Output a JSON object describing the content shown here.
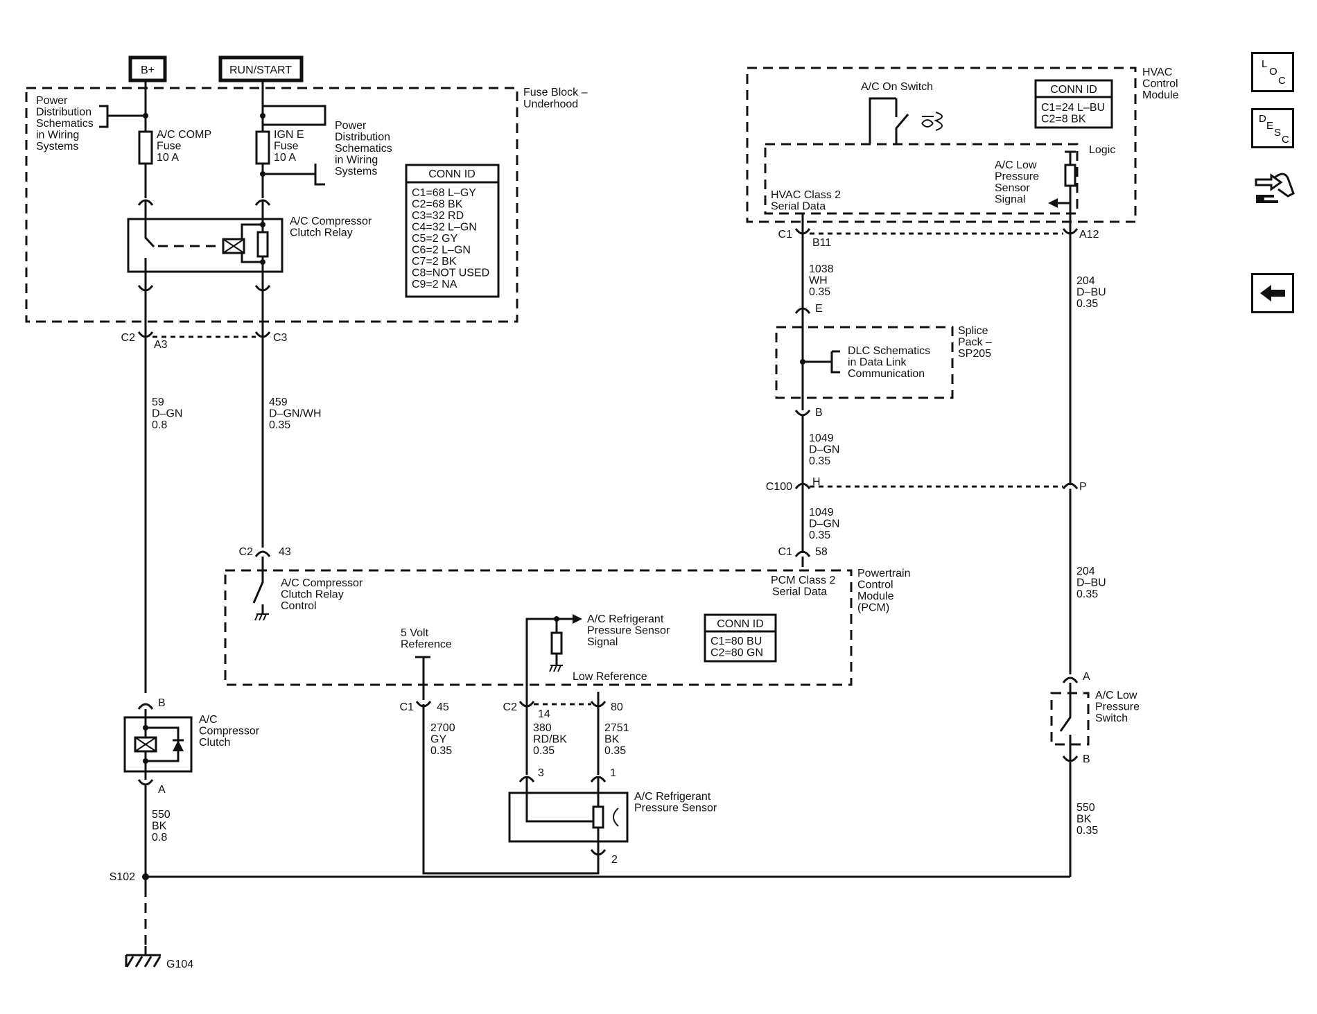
{
  "power": {
    "bplus": "B+",
    "run_start": "RUN/START"
  },
  "fuse_block": {
    "title": [
      "Fuse Block –",
      "Underhood"
    ],
    "power_dist_left": [
      "Power",
      "Distribution",
      "Schematics",
      "in Wiring",
      "Systems"
    ],
    "power_dist_right": [
      "Power",
      "Distribution",
      "Schematics",
      "in Wiring",
      "Systems"
    ],
    "ac_comp_fuse": [
      "A/C COMP",
      "Fuse",
      "10 A"
    ],
    "ign_e_fuse": [
      "IGN E",
      "Fuse",
      "10 A"
    ],
    "relay": [
      "A/C Compressor",
      "Clutch Relay"
    ],
    "conn_id_title": "CONN ID",
    "conn_id": [
      "C1=68 L–GY",
      "C2=68 BK",
      "C3=32 RD",
      "C4=32 L–GN",
      "C5=2 GY",
      "C6=2 L–GN",
      "C7=2 BK",
      "C8=NOT USED",
      "C9=2 NA"
    ]
  },
  "hvac": {
    "title": [
      "HVAC",
      "Control",
      "Module"
    ],
    "ac_on_switch": "A/C On Switch",
    "conn_id_title": "CONN ID",
    "conn_id": [
      "C1=24 L–BU",
      "C2=8 BK"
    ],
    "logic": "Logic",
    "class2": [
      "HVAC Class 2",
      "Serial Data"
    ],
    "low_pressure_signal": [
      "A/C Low",
      "Pressure",
      "Sensor",
      "Signal"
    ]
  },
  "splice": {
    "title": [
      "Splice",
      "Pack –",
      "SP205"
    ],
    "dlc": [
      "DLC Schematics",
      "in Data Link",
      "Communication"
    ]
  },
  "pcm": {
    "title": [
      "Powertrain",
      "Control",
      "Module",
      "(PCM)"
    ],
    "class2": [
      "PCM Class 2",
      "Serial Data"
    ],
    "relay_control": [
      "A/C Compressor",
      "Clutch Relay",
      "Control"
    ],
    "five_volt": [
      "5 Volt",
      "Reference"
    ],
    "sensor_signal": [
      "A/C Refrigerant",
      "Pressure Sensor",
      "Signal"
    ],
    "low_reference": "Low Reference",
    "conn_id_title": "CONN ID",
    "conn_id": [
      "C1=80 BU",
      "C2=80 GN"
    ]
  },
  "components": {
    "clutch": [
      "A/C",
      "Compressor",
      "Clutch"
    ],
    "sensor": [
      "A/C Refrigerant",
      "Pressure Sensor"
    ],
    "low_switch": [
      "A/C Low",
      "Pressure",
      "Switch"
    ]
  },
  "connectors": {
    "c2": "C2",
    "a3": "A3",
    "c3": "C3",
    "c1": "C1",
    "b11": "B11",
    "a12": "A12",
    "e": "E",
    "b": "B",
    "c100": "C100",
    "h": "H",
    "p": "P",
    "c1b": "C1",
    "n58": "58",
    "c2b": "C2",
    "n43": "43",
    "b_clutch": "B",
    "a_clutch": "A",
    "c1c": "C1",
    "n45": "45",
    "c2c": "C2",
    "n14": "14",
    "n80": "80",
    "n3": "3",
    "n1": "1",
    "n2": "2",
    "a_sw": "A",
    "b_sw": "B",
    "s102": "S102",
    "g104": "G104"
  },
  "wires": {
    "w59": [
      "59",
      "D–GN",
      "0.8"
    ],
    "w459": [
      "459",
      "D–GN/WH",
      "0.35"
    ],
    "w1038": [
      "1038",
      "WH",
      "0.35"
    ],
    "w204a": [
      "204",
      "D–BU",
      "0.35"
    ],
    "w1049a": [
      "1049",
      "D–GN",
      "0.35"
    ],
    "w1049b": [
      "1049",
      "D–GN",
      "0.35"
    ],
    "w204b": [
      "204",
      "D–BU",
      "0.35"
    ],
    "w550a": [
      "550",
      "BK",
      "0.8"
    ],
    "w2700": [
      "2700",
      "GY",
      "0.35"
    ],
    "w380": [
      "380",
      "RD/BK",
      "0.35"
    ],
    "w2751": [
      "2751",
      "BK",
      "0.35"
    ],
    "w550b": [
      "550",
      "BK",
      "0.35"
    ]
  },
  "nav": {
    "loc": [
      "L",
      "O",
      "C"
    ],
    "desc": [
      "D",
      "E",
      "S",
      "C"
    ]
  }
}
